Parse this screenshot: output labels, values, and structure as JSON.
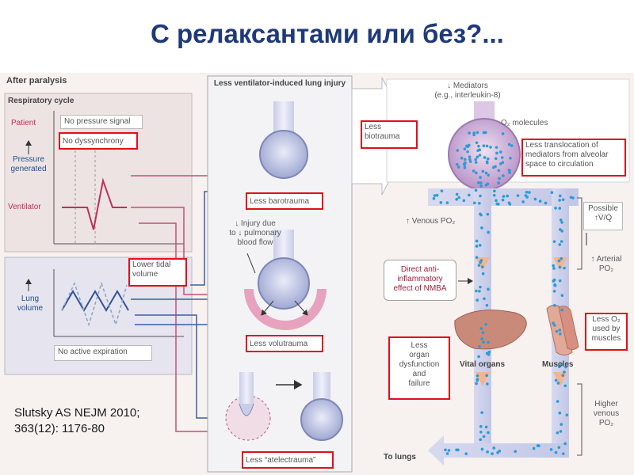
{
  "title": "С релаксантами или без?...",
  "citation": {
    "line1": "Slutsky AS NEJM 2010;",
    "line2": "363(12): 1176-80"
  },
  "left": {
    "heading": "After paralysis",
    "resp_heading": "Respiratory cycle",
    "patient": "Patient",
    "pressure_generated_1": "Pressure",
    "pressure_generated_2": "generated",
    "ventilator": "Ventilator",
    "no_pressure_signal": "No pressure signal",
    "no_dyssynchrony": "No dyssynchrony",
    "lung_volume_1": "Lung",
    "lung_volume_2": "volume",
    "lower_tidal_1": "Lower tidal",
    "lower_tidal_2": "volume",
    "no_active_expiration": "No active expiration"
  },
  "middle": {
    "heading": "Less ventilator-induced lung injury",
    "barotrauma": "Less barotrauma",
    "injury_1": "↓ Injury due",
    "injury_2": "to ↓ pulmonary",
    "injury_3": "blood flow",
    "volutrauma": "Less volutrauma",
    "atelectrauma": "Less “atelectrauma”"
  },
  "right": {
    "biotrauma_1": "Less",
    "biotrauma_2": "biotrauma",
    "mediators_1": "↓ Mediators",
    "mediators_2": "(e.g., interleukin-8)",
    "o2_molecules": "O₂ molecules",
    "translocation_1": "Less translocation of",
    "translocation_2": "mediators from alveolar",
    "translocation_3": "space to circulation",
    "venous_po2": "↑ Venous PO₂",
    "possible_1": "Possible",
    "possible_2": "↑V̇/Q̇",
    "arterial_1": "↑ Arterial",
    "arterial_2": "PO₂",
    "nmba_1": "Direct anti-",
    "nmba_2": "inflammatory",
    "nmba_3": "effect of NMBA",
    "less_o2_1": "Less O₂",
    "less_o2_2": "used by",
    "less_o2_3": "muscles",
    "organ_1": "Less",
    "organ_2": "organ",
    "organ_3": "dysfunction",
    "organ_4": "and",
    "organ_5": "failure",
    "vital_organs": "Vital organs",
    "muscles": "Muscles",
    "higher_1": "Higher",
    "higher_2": "venous",
    "higher_3": "PO₂",
    "to_lungs": "To lungs"
  },
  "colors": {
    "title": "#1f3a7a",
    "highlight_box": "#e0101a",
    "pink": "#c0305a",
    "blue": "#1f4f8f"
  }
}
